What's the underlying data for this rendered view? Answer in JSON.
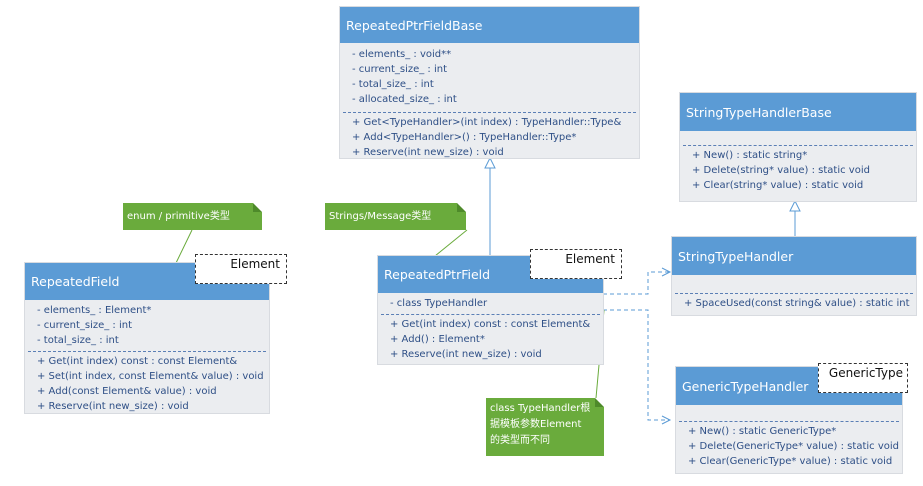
{
  "base": {
    "title": "RepeatedPtrFieldBase",
    "attrs": [
      "- elements_ :  void**",
      "- current_size_ : int",
      "- total_size_ : int",
      "- allocated_size_ : int"
    ],
    "ops": [
      "+ Get<TypeHandler>(int index) : TypeHandler::Type&",
      "+ Add<TypeHandler>() : TypeHandler::Type*",
      "+ Reserve(int new_size) : void"
    ]
  },
  "string_base": {
    "title": "StringTypeHandlerBase",
    "ops": [
      "+ New() : static string*",
      "+ Delete(string* value) : static void",
      "+ Clear(string* value) : static void"
    ]
  },
  "repeated_field": {
    "title": "RepeatedField",
    "tparam": "Element",
    "attrs": [
      "- elements_ : Element*",
      "- current_size_ : int",
      "- total_size_ : int"
    ],
    "ops": [
      "+ Get(int index) const : const Element&",
      "+ Set(int index, const Element& value) : void",
      "+ Add(const Element& value) : void",
      "+ Reserve(int new_size) : void"
    ]
  },
  "repeated_ptr_field": {
    "title": "RepeatedPtrField",
    "tparam": "Element",
    "attrs": [
      "- class TypeHandler"
    ],
    "ops": [
      "+  Get(int index) const : const Element&",
      "+ Add() : Element*",
      "+ Reserve(int new_size) : void"
    ]
  },
  "string_handler": {
    "title": "StringTypeHandler",
    "ops": [
      "+ SpaceUsed(const string& value) : static int"
    ]
  },
  "generic_handler": {
    "title": "GenericTypeHandler",
    "tparam": "GenericType",
    "ops": [
      "+ New() : static GenericType*",
      "+ Delete(GenericType* value) : static void",
      "+ Clear(GenericType* value) : static void"
    ]
  },
  "notes": {
    "primitive": "enum / primitive类型",
    "strings": "Strings/Message类型",
    "handler_l1": "class TypeHandler根",
    "handler_l2": "据模板参数Element",
    "handler_l3": "的类型而不同"
  },
  "colors": {
    "header": "#5b9bd5",
    "body": "#ebedf0",
    "text": "#2e4f86",
    "note": "#6aab3c"
  }
}
